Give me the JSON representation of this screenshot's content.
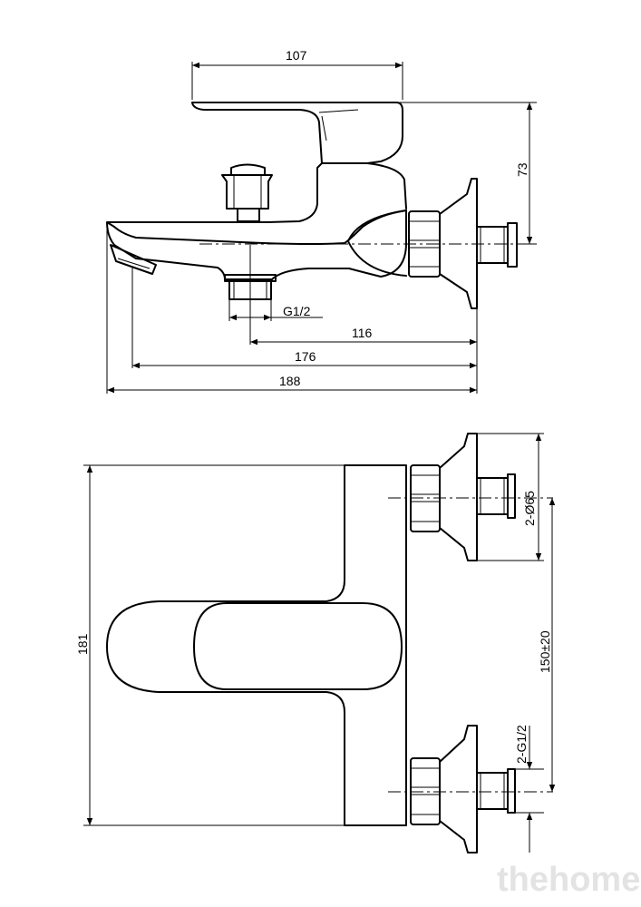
{
  "dimensions": {
    "top_width": "107",
    "handle_height": "73",
    "inlet_thread": "G1/2",
    "outlet_to_wall": "116",
    "spout_to_wall": "176",
    "overall_length": "188",
    "body_width": "181",
    "flange_diameter": "2-Ø65",
    "center_distance": "150±20",
    "inlet_thread_pair": "2-G1/2"
  },
  "watermark": "thehome"
}
